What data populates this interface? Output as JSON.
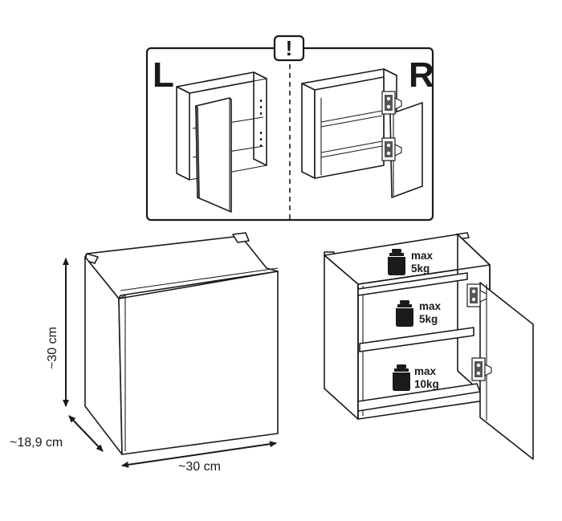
{
  "orientation_panel": {
    "left_letter": "L",
    "right_letter": "R",
    "warning_symbol": "!"
  },
  "dimensions": {
    "height": "~30 cm",
    "depth": "~18,9 cm",
    "width": "~30 cm"
  },
  "load_limits": [
    {
      "max": "max",
      "weight": "5kg"
    },
    {
      "max": "max",
      "weight": "5kg"
    },
    {
      "max": "max",
      "weight": "10kg"
    }
  ],
  "icons": [
    "warning-icon",
    "weight-icon",
    "hinge-icon",
    "arrow-icon"
  ],
  "colors": {
    "line": "#1a1a1a",
    "background": "#ffffff"
  }
}
